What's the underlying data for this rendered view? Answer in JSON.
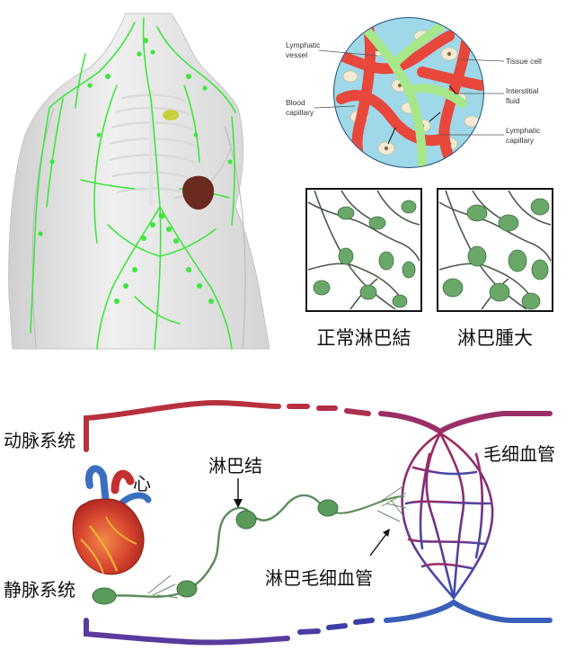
{
  "cell_inset": {
    "labels": {
      "lymphatic_vessel": [
        "Lymphatic",
        "vessel"
      ],
      "blood_capillary": [
        "Blood",
        "capillary"
      ],
      "tissue_cell": [
        "Tissue cell"
      ],
      "interstitial_fluid": [
        "Interstitial",
        "fluid"
      ],
      "lymphatic_capillary": [
        "Lymphatic",
        "capillary"
      ]
    }
  },
  "node_panels": {
    "normal_label": "正常淋巴結",
    "swollen_label": "淋巴腫大"
  },
  "circulation": {
    "artery_label": "动脉系统",
    "heart_label": "心",
    "lymph_node_label": "淋巴结",
    "capillary_label": "毛细血管",
    "lymph_capillary_label": "淋巴毛细血管",
    "vein_label": "静脉系统"
  },
  "colors": {
    "lymph_green": "#3ee63e",
    "node_green": "#5a9a5a",
    "artery_red": "#c0303e",
    "vein_blue": "#3a3fa8",
    "capillary_red": "#e8473c",
    "fluid_blue": "#9fd8e8"
  }
}
